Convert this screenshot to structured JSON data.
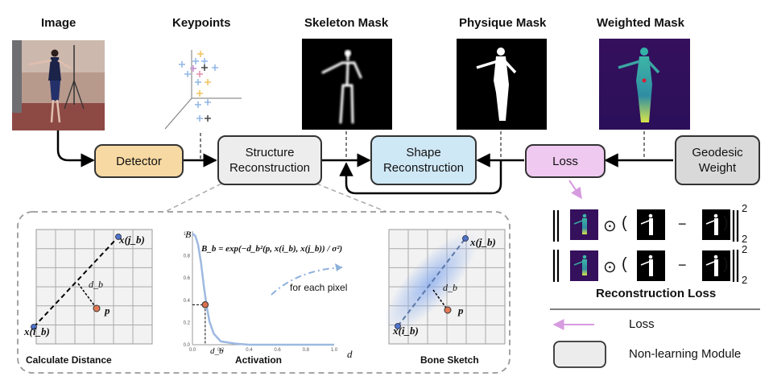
{
  "headings": {
    "image": "Image",
    "keypoints": "Keypoints",
    "skeleton_mask": "Skeleton Mask",
    "physique_mask": "Physique Mask",
    "weighted_mask": "Weighted Mask"
  },
  "modules": {
    "detector": "Detector",
    "structure_line1": "Structure",
    "structure_line2": "Reconstruction",
    "shape_line1": "Shape",
    "shape_line2": "Reconstruction",
    "loss": "Loss",
    "geodesic_line1": "Geodesic",
    "geodesic_line2": "Weight"
  },
  "panel": {
    "calculate_distance": "Calculate Distance",
    "activation": "Activation",
    "bone_sketch": "Bone Sketch",
    "for_each_pixel": "for each pixel",
    "formula": "B_b = exp(−d_b²(p, x(i_b), x(j_b)) / σ²)",
    "axis_y": "B",
    "axis_x": "d",
    "db_mark": "d_b",
    "y_ticks": [
      "0.0",
      "0.2",
      "0.4",
      "0.6",
      "0.8",
      "1.0"
    ],
    "x_ticks": [
      "0.0",
      "0.2",
      "0.4",
      "0.6",
      "0.8",
      "1.0"
    ],
    "point_ib": "x(i_b)",
    "point_jb": "x(j_b)",
    "point_p": "p",
    "dist": "d_b"
  },
  "loss_formula": {
    "operator": "⊙",
    "minus": "−",
    "sup": "2",
    "sub": "2",
    "open": "(",
    "close": ")",
    "title": "Reconstruction Loss"
  },
  "legend": {
    "loss": "Loss",
    "non_learning": "Non-learning Module"
  },
  "colors": {
    "detector_fill": "#f7d9a3",
    "structure_fill": "#ededed",
    "shape_fill": "#cfe8f6",
    "loss_fill": "#efc9f0",
    "geodesic_fill": "#d9d9d9",
    "loss_arrow": "#d79bdf",
    "curve": "#9db9e0"
  },
  "chart_data": {
    "type": "line",
    "title": "",
    "xlabel": "d",
    "ylabel": "B",
    "xlim": [
      0,
      1
    ],
    "ylim": [
      0,
      1
    ],
    "x": [
      0,
      0.02,
      0.04,
      0.06,
      0.08,
      0.1,
      0.12,
      0.15,
      0.2,
      0.3,
      0.4,
      0.6,
      0.8,
      1.0
    ],
    "series": [
      {
        "values": [
          1.0,
          0.98,
          0.9,
          0.74,
          0.53,
          0.35,
          0.21,
          0.1,
          0.03,
          0.01,
          0.0,
          0.0,
          0.0,
          0.0
        ]
      }
    ],
    "highlight": {
      "x": 0.09,
      "y": 0.36
    }
  }
}
